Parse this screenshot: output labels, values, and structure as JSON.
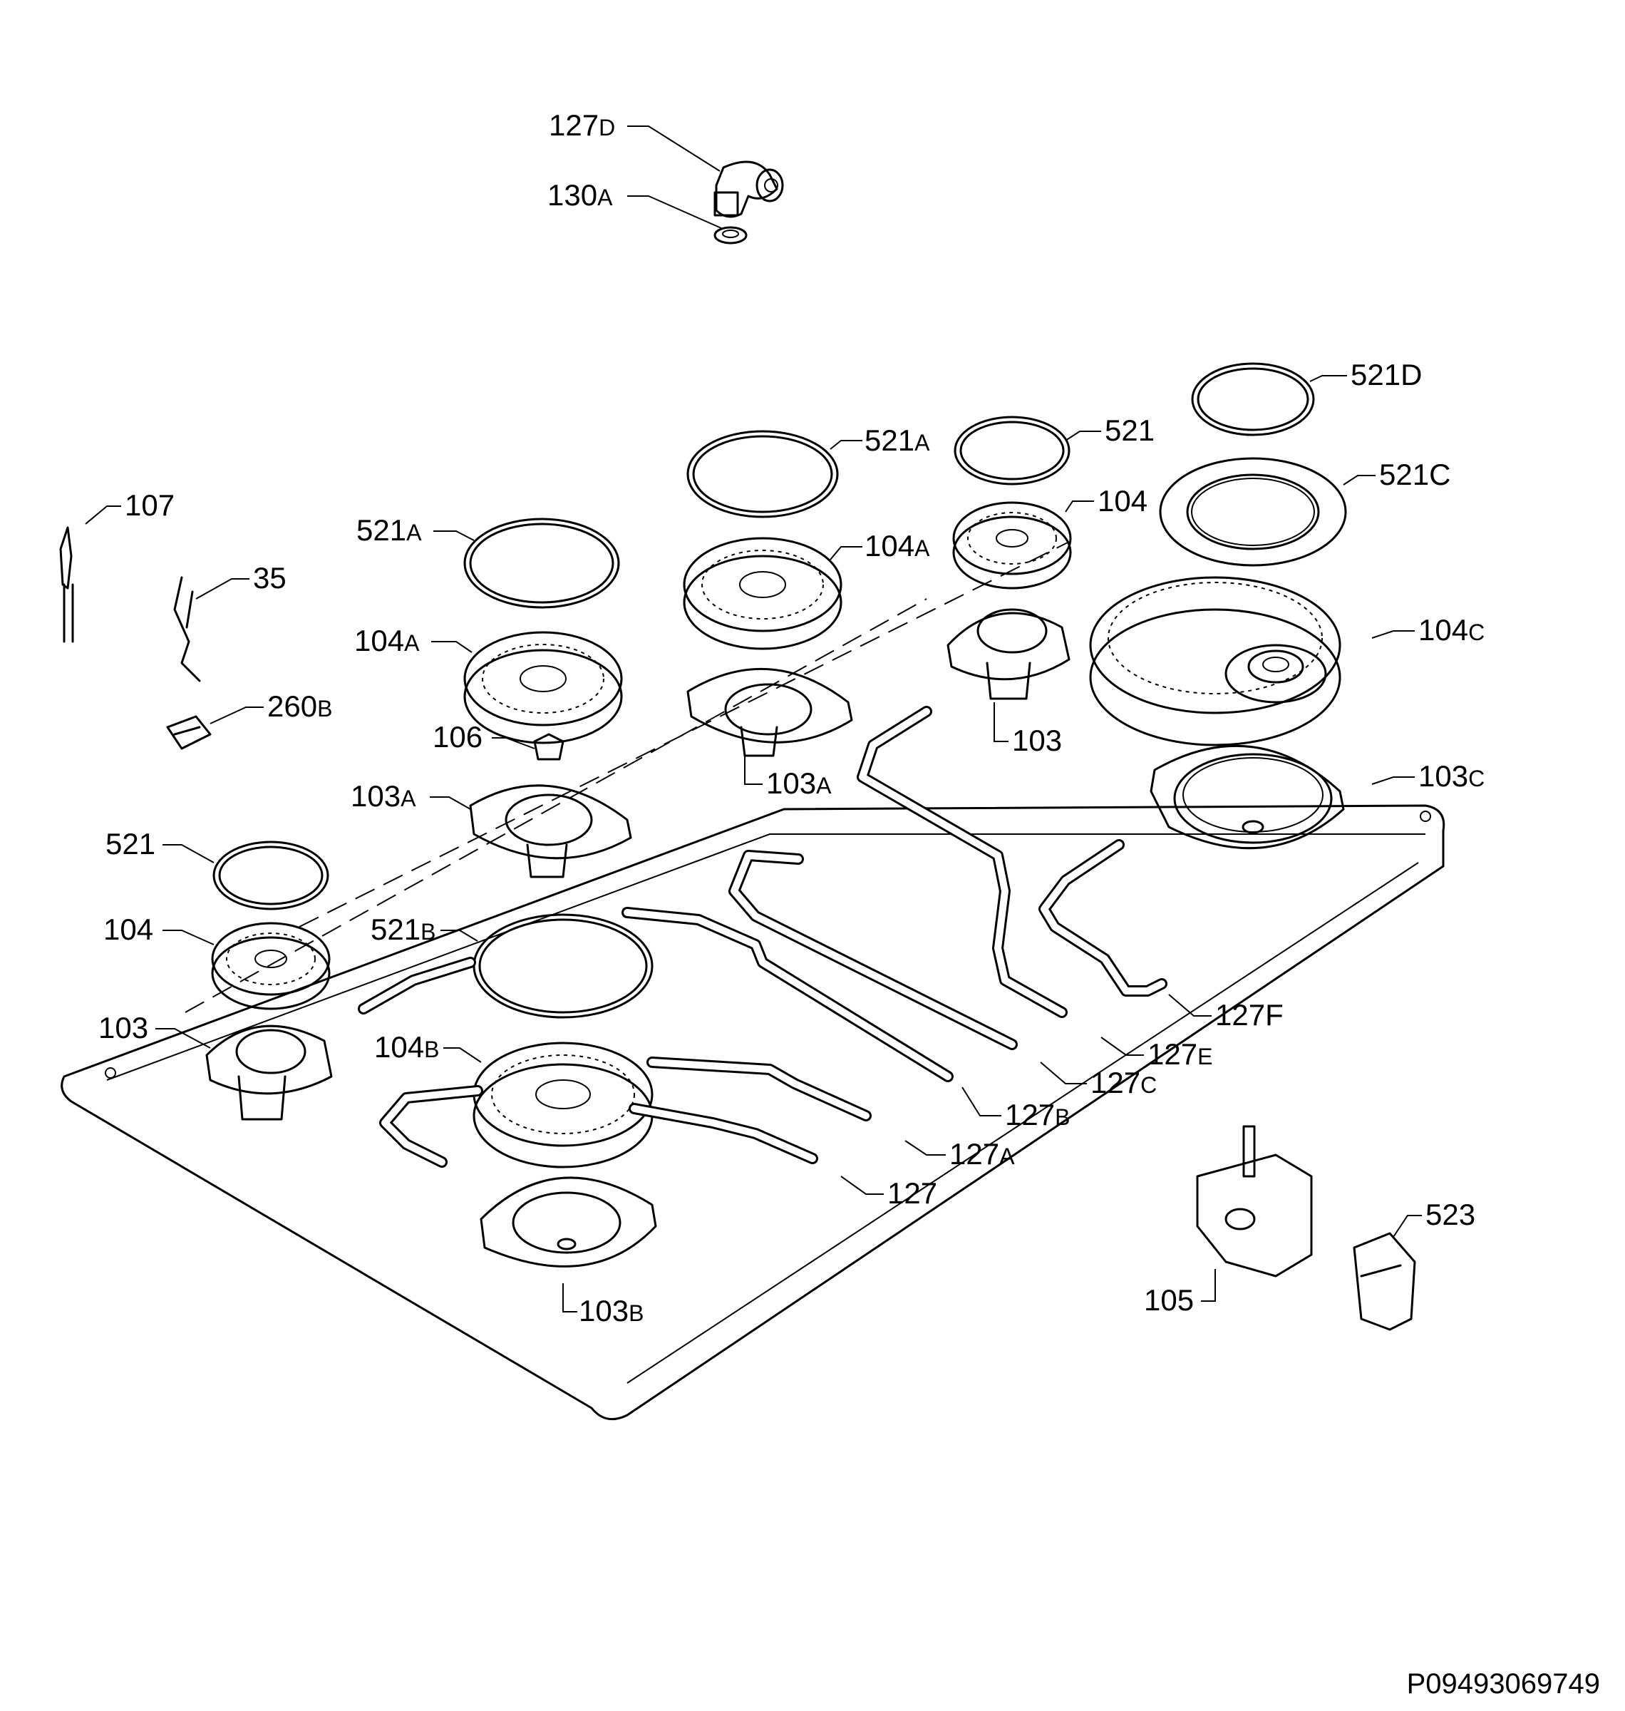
{
  "diagram": {
    "reference_code": "P09493069749",
    "callouts": [
      {
        "id": "c-127D",
        "num": "127",
        "sub": "D"
      },
      {
        "id": "c-130A",
        "num": "130",
        "sub": "A"
      },
      {
        "id": "c-521D",
        "num": "521D",
        "sub": ""
      },
      {
        "id": "c-521A-top",
        "num": "521",
        "sub": "A"
      },
      {
        "id": "c-521-top",
        "num": "521",
        "sub": ""
      },
      {
        "id": "c-521C",
        "num": "521C",
        "sub": ""
      },
      {
        "id": "c-104-top",
        "num": "104",
        "sub": ""
      },
      {
        "id": "c-107",
        "num": "107",
        "sub": ""
      },
      {
        "id": "c-521A-left",
        "num": "521",
        "sub": "A"
      },
      {
        "id": "c-104A-center",
        "num": "104",
        "sub": "A"
      },
      {
        "id": "c-35",
        "num": "35",
        "sub": ""
      },
      {
        "id": "c-104C",
        "num": "104",
        "sub": "C"
      },
      {
        "id": "c-104A-left",
        "num": "104",
        "sub": "A"
      },
      {
        "id": "c-260B",
        "num": "260",
        "sub": "B"
      },
      {
        "id": "c-106",
        "num": "106",
        "sub": ""
      },
      {
        "id": "c-103-right",
        "num": "103",
        "sub": ""
      },
      {
        "id": "c-103A-center",
        "num": "103",
        "sub": "A"
      },
      {
        "id": "c-103C",
        "num": "103",
        "sub": "C"
      },
      {
        "id": "c-103A-left",
        "num": "103",
        "sub": "A"
      },
      {
        "id": "c-521-left",
        "num": "521",
        "sub": ""
      },
      {
        "id": "c-104-left",
        "num": "104",
        "sub": ""
      },
      {
        "id": "c-521B",
        "num": "521",
        "sub": "B"
      },
      {
        "id": "c-127F",
        "num": "127F",
        "sub": ""
      },
      {
        "id": "c-103-left",
        "num": "103",
        "sub": ""
      },
      {
        "id": "c-127E",
        "num": "127",
        "sub": "E"
      },
      {
        "id": "c-104B",
        "num": "104",
        "sub": "B"
      },
      {
        "id": "c-127C",
        "num": "127",
        "sub": "C"
      },
      {
        "id": "c-127B",
        "num": "127",
        "sub": "B"
      },
      {
        "id": "c-127A",
        "num": "127",
        "sub": "A"
      },
      {
        "id": "c-127",
        "num": "127",
        "sub": ""
      },
      {
        "id": "c-523",
        "num": "523",
        "sub": ""
      },
      {
        "id": "c-105",
        "num": "105",
        "sub": ""
      },
      {
        "id": "c-103B",
        "num": "103",
        "sub": "B"
      }
    ]
  }
}
